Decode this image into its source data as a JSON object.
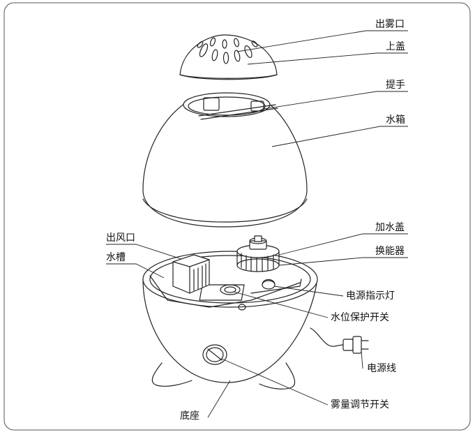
{
  "diagram": {
    "labels": {
      "mist_outlet": "出雾口",
      "top_cover": "上盖",
      "handle": "提手",
      "water_tank": "水箱",
      "fill_cap": "加水盖",
      "transducer": "换能器",
      "power_indicator": "电源指示灯",
      "water_level_switch": "水位保护开关",
      "power_cord": "电源线",
      "mist_control_switch": "雾量调节开关",
      "base": "底座",
      "air_outlet": "出风口",
      "water_trough": "水槽"
    }
  }
}
